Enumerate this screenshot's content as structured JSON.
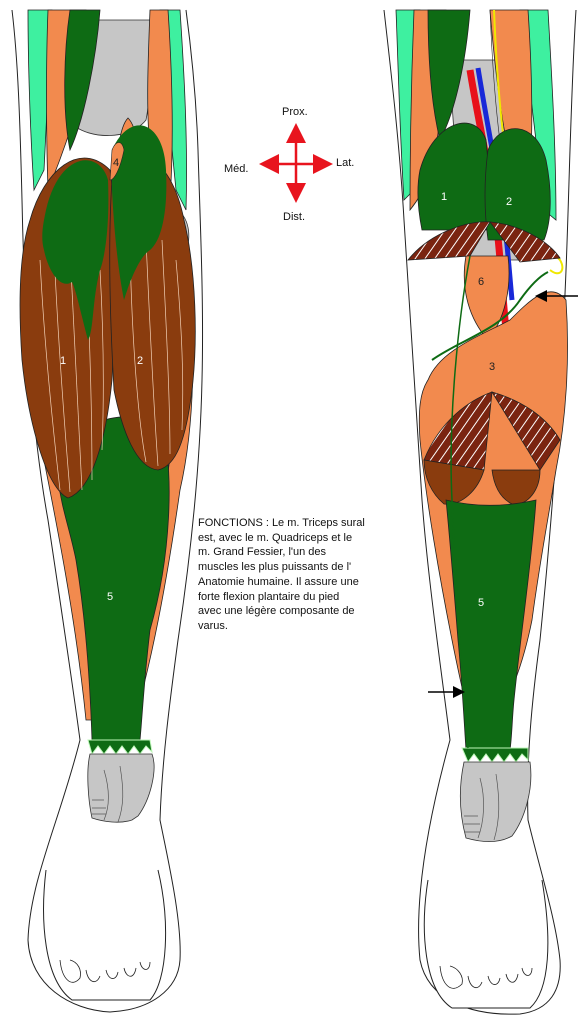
{
  "compass": {
    "proximal": "Prox.",
    "medial": "Méd.",
    "lateral": "Lat.",
    "distal": "Dist."
  },
  "labels": {
    "left": {
      "n1": "1",
      "n2": "2",
      "n4": "4",
      "n5": "5"
    },
    "right": {
      "n1": "1",
      "n2": "2",
      "n3": "3",
      "n5": "5",
      "n6": "6"
    }
  },
  "caption": "FONCTIONS : Le m. Triceps sural\nest, avec le m. Quadriceps et le\nm. Grand Fessier, l'un des\nmuscles les plus puissants de l'\nAnatomie humaine. Il assure une\nforte flexion plantaire du pied\navec une légère composante de\nvarus.",
  "colors": {
    "gastrocnemius": "#8a3c0e",
    "soleus": "#0e6b14",
    "muscle_orange": "#f28a4e",
    "tendon_green": "#3ef0a0",
    "bone_gray": "#c6c6c6",
    "artery": "#e8101a",
    "vein": "#1828d8",
    "nerve": "#f0e800",
    "arrow_red": "#e8141e"
  }
}
